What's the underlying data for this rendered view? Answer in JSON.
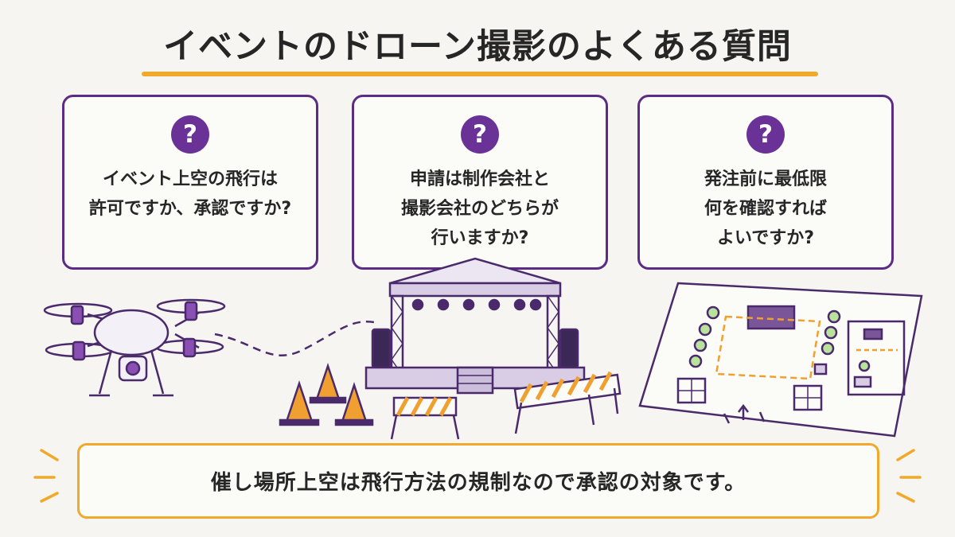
{
  "title": "イベントのドローン撮影のよくある質問",
  "question_mark": "?",
  "questions": [
    {
      "lines": [
        "イベント上空の飛行は",
        "許可ですか、承認ですか?"
      ]
    },
    {
      "lines": [
        "申請は制作会社と",
        "撮影会社のどちらが",
        "行いますか?"
      ]
    },
    {
      "lines": [
        "発注前に最低限",
        "何を確認すれば",
        "よいですか?"
      ]
    }
  ],
  "answer": "催し場所上空は飛行方法の規制なので承認の対象です。",
  "colors": {
    "purple": "#5b2c83",
    "orange": "#f0a92a",
    "cone": "#f0a030"
  },
  "icons": [
    "drone-icon",
    "stage-icon",
    "traffic-cone-icon",
    "barrier-icon",
    "venue-map-icon"
  ]
}
